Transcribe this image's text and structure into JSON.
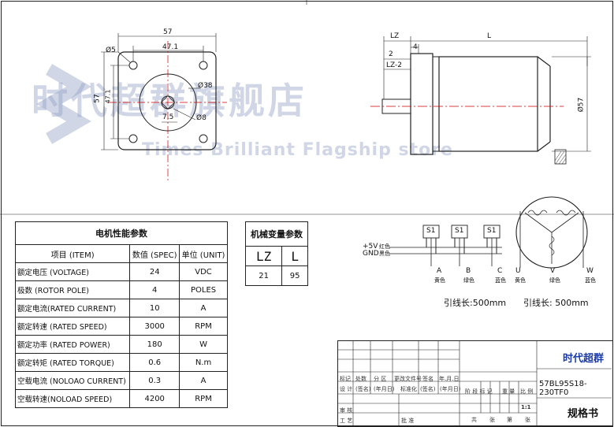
{
  "watermark": {
    "cn": "时代超群旗舰店",
    "en": "Times Brilliant Flagship store"
  },
  "front_view": {
    "dims": {
      "width": "57",
      "hole_spacing": "47.1",
      "hole": "Ø5",
      "pilot": "Ø38",
      "shaft": "Ø8",
      "flat": "7.5",
      "side_width": "57",
      "side_hole_spacing": "47.1"
    }
  },
  "side_view": {
    "dims": {
      "lz": "LZ",
      "l": "L",
      "two": "2",
      "lz2": "LZ-2",
      "four": "4",
      "dia": "Ø57"
    }
  },
  "motor_table": {
    "title": "电机性能参数",
    "headers": [
      "项目 (ITEM)",
      "数值 (SPEC)",
      "单位 (UNIT)"
    ],
    "rows": [
      [
        "额定电压 (VOLTAGE)",
        "24",
        "VDC"
      ],
      [
        "极数 (ROTOR POLE)",
        "4",
        "POLES"
      ],
      [
        "额定电流(RATED CURRENT)",
        "10",
        "A"
      ],
      [
        "额定转速 (RATED SPEED)",
        "3000",
        "RPM"
      ],
      [
        "额定功率 (RATED POWER)",
        "180",
        "W"
      ],
      [
        "额定转矩 (RATED TORQUE)",
        "0.6",
        "N.m"
      ],
      [
        "空载电流 (NOLOAO CURRENT)",
        "0.3",
        "A"
      ],
      [
        "空载转速(NOLOAD SPEED)",
        "4200",
        "RPM"
      ]
    ]
  },
  "mech_table": {
    "title": "机械变量参数",
    "headers": [
      "LZ",
      "L"
    ],
    "values": [
      "21",
      "95"
    ]
  },
  "wiring": {
    "plus5v": "+5V",
    "plus5v_color": "红色",
    "gnd": "GND",
    "gnd_color": "黑色",
    "sensors": [
      "S1",
      "S1",
      "S1"
    ],
    "hall": [
      {
        "name": "A",
        "color": "黄色"
      },
      {
        "name": "B",
        "color": "绿色"
      },
      {
        "name": "C",
        "color": "蓝色"
      }
    ],
    "phase": [
      {
        "name": "U",
        "color": "黄色"
      },
      {
        "name": "V",
        "color": "绿色"
      },
      {
        "name": "W",
        "color": "蓝色"
      }
    ],
    "lead_hall": "引线长:500mm",
    "lead_phase": "引线长: 500mm"
  },
  "title_block": {
    "company": "时代超群",
    "model": "57BL95S18-230TF0",
    "doc": "规格书",
    "scale": "1:1",
    "small": {
      "mark": "标记",
      "count": "处数",
      "zone": "分 区",
      "change_doc": "更改文件号",
      "sign": "签名",
      "date": "年.月.日",
      "design": "设 计",
      "sign2": "(签名)",
      "date2": "(年月日)",
      "std": "标准化",
      "sign3": "(签名)",
      "date3": "(年月日)",
      "stage": "阶 段 标 记",
      "weight": "重 量",
      "ratio": "比 例",
      "review": "审 核",
      "craft": "工 艺",
      "approve": "批 准",
      "total": "共",
      "sheets": "张",
      "sheet_no": "第",
      "sheet_unit": "张"
    }
  }
}
